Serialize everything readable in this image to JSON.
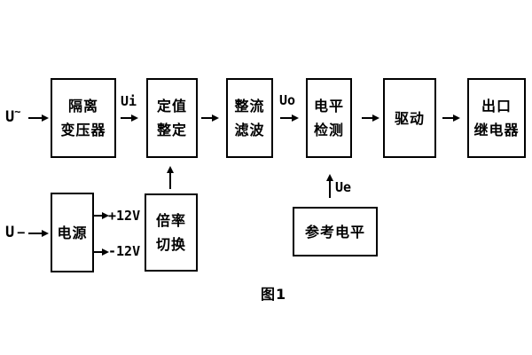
{
  "figure": {
    "caption": "图1"
  },
  "blocks": [
    {
      "name": "isolation-transformer",
      "lines": [
        "隔离",
        "变压器"
      ]
    },
    {
      "name": "setting-adjustment",
      "lines": [
        "定值",
        "整定"
      ]
    },
    {
      "name": "rectify-filter",
      "lines": [
        "整流",
        "滤波"
      ]
    },
    {
      "name": "level-detection",
      "lines": [
        "电平",
        "检测"
      ]
    },
    {
      "name": "drive",
      "lines": [
        "驱动"
      ]
    },
    {
      "name": "output-relay",
      "lines": [
        "出口",
        "继电器"
      ]
    },
    {
      "name": "power-supply",
      "lines": [
        "电源"
      ]
    },
    {
      "name": "ratio-switch",
      "lines": [
        "倍率",
        "切换"
      ]
    },
    {
      "name": "reference-level",
      "lines": [
        "参考电平"
      ]
    }
  ],
  "signals": {
    "ac_input_base": "U",
    "ac_input_tilde": "~",
    "dc_input_base": "U",
    "dc_input_dash": "−",
    "ui": "Ui",
    "uo": "Uo",
    "ue": "Ue",
    "plus12v": "+12V",
    "minus12v": "-12V"
  },
  "colors": {
    "line": "#000000",
    "background": "#ffffff"
  }
}
